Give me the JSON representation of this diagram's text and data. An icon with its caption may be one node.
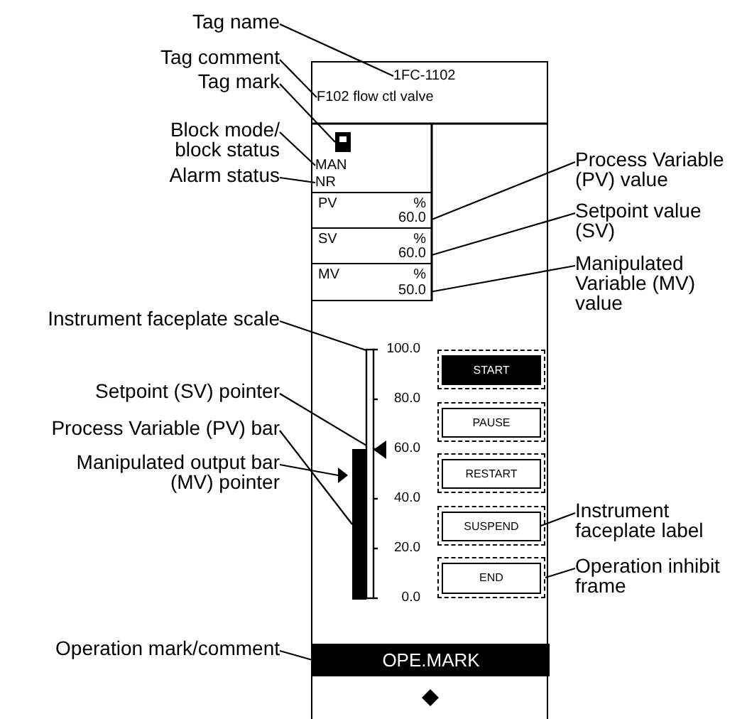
{
  "diagram": {
    "nodes": [
      {
        "text": [],
        "shape": "box"
      },
      {
        "text": [
          "1FC-1102"
        ],
        "in": 0
      },
      {
        "text": [
          "F102 flow ctl valve"
        ],
        "in": 0
      },
      {
        "text": [],
        "shape": "box",
        "in": 0
      },
      {
        "text": [
          "MAN"
        ],
        "in": 0
      },
      {
        "text": [
          "NR"
        ],
        "in": 0
      },
      {
        "text": [
          "PV",
          "%",
          "60.0"
        ],
        "in": 0
      },
      {
        "text": [
          "SV",
          "%",
          "60.0"
        ],
        "in": 0
      },
      {
        "text": [
          "MV",
          "%",
          "50.0"
        ],
        "in": 0
      },
      {
        "text": [
          "100.0",
          "80.0",
          "60.0",
          "40.0",
          "20.0",
          "0.0"
        ],
        "in": 0
      },
      {
        "text": [],
        "shape": "triangle",
        "in": 0
      },
      {
        "text": [],
        "shape": "bar",
        "in": 0
      },
      {
        "text": [],
        "shape": "triangle",
        "in": 0
      },
      {
        "text": [],
        "shape": "box",
        "in": 0
      },
      {
        "text": [
          "START"
        ],
        "in": 13
      },
      {
        "text": [],
        "shape": "box",
        "in": 0
      },
      {
        "text": [
          "PAUSE"
        ],
        "in": 15
      },
      {
        "text": [],
        "shape": "box",
        "in": 0
      },
      {
        "text": [
          "RESTART"
        ],
        "in": 17
      },
      {
        "text": [],
        "shape": "box",
        "in": 0
      },
      {
        "text": [
          "SUSPEND"
        ],
        "in": 19
      },
      {
        "text": [],
        "shape": "box",
        "in": 0
      },
      {
        "text": [
          "END"
        ],
        "in": 21
      },
      {
        "text": [
          "OPE.MARK"
        ],
        "in": 0
      },
      {
        "text": [],
        "shape": "diamond",
        "in": 0
      },
      {
        "text": [
          "Tag name"
        ]
      },
      {
        "text": [
          "Tag comment"
        ]
      },
      {
        "text": [
          "Tag mark"
        ]
      },
      {
        "text": [
          "Block mode/ block status"
        ]
      },
      {
        "text": [
          "Process Variable (PV) value"
        ]
      },
      {
        "text": [
          "Alarm status"
        ]
      },
      {
        "text": [
          "Setpoint value (SV)"
        ]
      },
      {
        "text": [
          "Manipulated Variable (MV) value"
        ]
      },
      {
        "text": [
          "Instrument faceplate scale"
        ]
      },
      {
        "text": [
          "Setpoint (SV) pointer"
        ]
      },
      {
        "text": [
          "Process Variable (PV) bar"
        ]
      },
      {
        "text": [
          "Manipulated output bar (MV) pointer"
        ]
      },
      {
        "text": [
          "Instrument faceplate label"
        ]
      },
      {
        "text": [
          "Operation inhibit frame"
        ]
      },
      {
        "text": [
          "Operation mark/comment"
        ]
      }
    ],
    "edges": [
      {
        "from": 25,
        "to": 1,
        "arrow": "none"
      },
      {
        "from": 26,
        "to": 2,
        "arrow": "none"
      },
      {
        "from": 27,
        "to": 3,
        "arrow": "none"
      },
      {
        "from": 28,
        "to": 4,
        "arrow": "none"
      },
      {
        "from": 29,
        "to": 6,
        "arrow": "none"
      },
      {
        "from": 30,
        "to": 5,
        "arrow": "none"
      },
      {
        "from": 31,
        "to": 7,
        "arrow": "none"
      },
      {
        "from": 32,
        "to": 8,
        "arrow": "none"
      },
      {
        "from": 33,
        "to": 9,
        "arrow": "none"
      },
      {
        "from": 34,
        "to": 10,
        "arrow": "none"
      },
      {
        "from": 35,
        "to": 11,
        "arrow": "none"
      },
      {
        "from": 36,
        "to": 12,
        "arrow": "none"
      },
      {
        "from": 37,
        "to": 20,
        "arrow": "none"
      },
      {
        "from": 38,
        "to": 21,
        "arrow": "none"
      },
      {
        "from": 39,
        "to": 23,
        "arrow": "none"
      }
    ]
  }
}
